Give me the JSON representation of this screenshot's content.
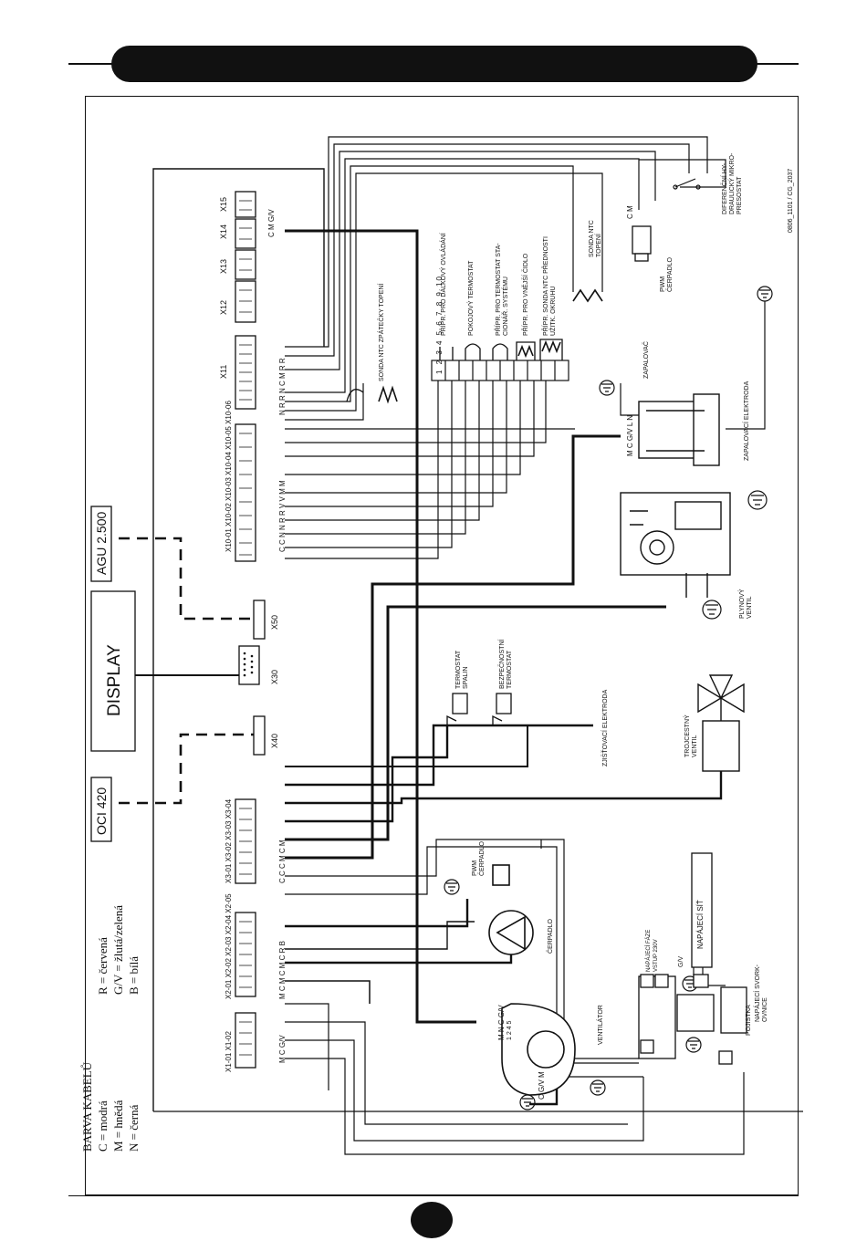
{
  "legend": {
    "title": "BARVA KABELŮ",
    "items": [
      {
        "text": "C  = modrá"
      },
      {
        "text": "M  = hnědá"
      },
      {
        "text": "N  = černá"
      },
      {
        "text": "R   = červená"
      },
      {
        "text": "G/V = žlutá/zelená"
      },
      {
        "text": "B   = bílá"
      }
    ]
  },
  "modules": {
    "oci": "OCI 420",
    "display": "DISPLAY",
    "agu": "AGU 2.500"
  },
  "connectors": {
    "x50": "X50",
    "x30": "X30",
    "x40": "X40",
    "x11": "X11",
    "x12": "X12",
    "x13": "X13",
    "x14": "X14",
    "x15": "X15",
    "x1_group": "X1-01  X1-02",
    "x2_group": "X2-01 X2-02 X2-03 X2-04  X2-05",
    "x3_group": "X3-01  X3-02  X3-03 X3-04",
    "x10_group": "X10-01 X10-02 X10-03 X10-04 X10-05 X10-06"
  },
  "wire_letters": {
    "x10": "C C N N R R  V  V  M M",
    "x11": "N R R N      C M R  R",
    "x14": "C  M  G/V",
    "x3": "C  C  C  M  C  M",
    "x2": "M  C  M  C  M  C  R  B",
    "x1": "M  C  G/V",
    "ignition": "M  C  G/V   L  N",
    "pump": "C   M",
    "fan": "M N C G/V",
    "fan_pins": "1 2 4 5",
    "fan_side": "C  G/V  M",
    "terminal_numbers": "1 2 3 4 5 6 7 8 9 10"
  },
  "components": {
    "heating_ntc": "SONDA NTC ZPÁTEČKY TOPENÍ",
    "remote": "PŘÍPR. PRO DÁLKOVÝ OVLÁDÁNÍ",
    "room_thermostat": "POKOJOVÝ TERMOSTAT",
    "zone_thermostat_1": "PŘÍPR. PRO TERMOSTAT STA-",
    "zone_thermostat_2": "CIONÁŘ. SYSTÉMU",
    "outdoor_sensor": "PŘÍPR. PRO VNĚJŠÍ ČIDLO",
    "dhw_ntc_1": "PŘÍPR. SONDA NTC PŘEDNOSTI",
    "dhw_ntc_2": "UŽITK. OKRUHU",
    "ntc_heating_1": "SONDA NTC",
    "ntc_heating_2": "TOPENÍ",
    "pwm_pump_1": "PWM",
    "pwm_pump_2": "ČERPADLO",
    "pressure_switch_1": "DIFERENČNÍ HY-",
    "pressure_switch_2": "DRAULICKÝ MIKRO-",
    "pressure_switch_3": "PRESOSTAT",
    "igniter": "ZAPALOVAČ",
    "ignition_electrode": "ZAPALOVACÍ ELEKTRODA",
    "gas_valve_1": "PLYNOVÝ",
    "gas_valve_2": "VENTIL",
    "flue_thermostat_1": "TERMOSTAT",
    "flue_thermostat_2": "SPALIN",
    "safety_thermostat_1": "BEZPEČNOSTNÍ",
    "safety_thermostat_2": "TERMOSTAT",
    "detection_electrode": "ZJIŠŤOVACÍ ELEKTRODA",
    "three_way_1": "TROJCESTNÝ",
    "three_way_2": "VENTIL",
    "pwm_pump_b_1": "PWM",
    "pwm_pump_b_2": "ČERPADLO",
    "pump_label": "ČERPADLO",
    "fan_label": "VENTILÁTOR",
    "mains": "NAPÁJECÍ SÍŤ",
    "phase_1": "NAPÁJECÍ FÁZE",
    "phase_2": "VSTUP 230V",
    "gv_label": "G/V",
    "terminal_block_1": "NAPÁJECÍ SVORK-",
    "terminal_block_2": "OVNICE",
    "fuse": "POJISTKA"
  },
  "code": "0806_1101 / CG_2037"
}
